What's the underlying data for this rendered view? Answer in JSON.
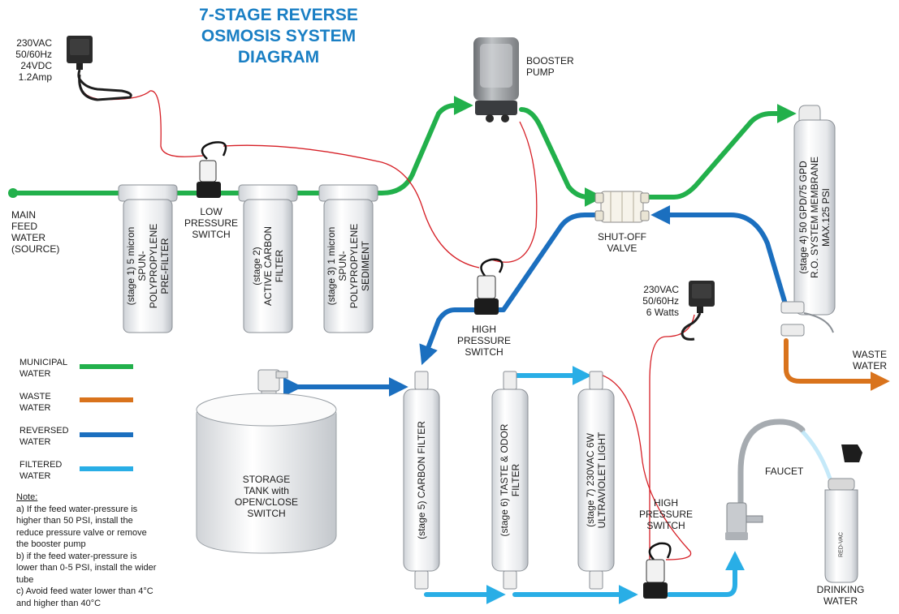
{
  "title_lines": [
    "7-STAGE REVERSE",
    "OSMOSIS SYSTEM",
    "DIAGRAM"
  ],
  "power_supply_1": [
    "230VAC",
    "50/60Hz",
    "24VDC",
    "1.2Amp"
  ],
  "power_supply_2": [
    "230VAC",
    "50/60Hz",
    "6 Watts"
  ],
  "labels": {
    "main_feed": [
      "MAIN",
      "FEED",
      "WATER",
      "(SOURCE)"
    ],
    "low_pressure_switch": [
      "LOW",
      "PRESSURE",
      "SWITCH"
    ],
    "booster_pump": [
      "BOOSTER",
      "PUMP"
    ],
    "shut_off_valve": [
      "SHUT-OFF",
      "VALVE"
    ],
    "high_pressure_switch_1": [
      "HIGH",
      "PRESSURE",
      "SWITCH"
    ],
    "high_pressure_switch_2": [
      "HIGH",
      "PRESSURE",
      "SWITCH"
    ],
    "waste_water": [
      "WASTE",
      "WATER"
    ],
    "faucet": "FAUCET",
    "drinking_water": [
      "DRINKING",
      "WATER"
    ],
    "storage_tank": [
      "STORAGE",
      "TANK with",
      "OPEN/CLOSE",
      "SWITCH"
    ],
    "bottle_brand": "RED-VAC"
  },
  "filters": {
    "stage1": [
      "(stage 1) 5 micron",
      "SPUN-",
      "POLYPROPYLENE",
      "PRE-FILTER"
    ],
    "stage2": [
      "(stage 2)",
      "ACTIVE CARBON",
      "FILTER"
    ],
    "stage3": [
      "(stage 3) 1 micron",
      "SPUN-",
      "POLYPROPYLENE",
      "SEDIMENT"
    ],
    "stage4": [
      "(stage 4) 50 GPD/75 GPD",
      "R.O. SYSTEM MEMBRANE",
      "MAX.125 PSI"
    ],
    "stage5": [
      "(stage 5) CARBON FILTER"
    ],
    "stage6": [
      "(stage 6) TASTE & ODOR",
      "FILTER"
    ],
    "stage7": [
      "(stage 7) 230VAC 6W",
      "ULTRAVIOLET LIGHT"
    ]
  },
  "legend": [
    {
      "label": [
        "MUNICIPAL",
        "WATER"
      ],
      "color": "#22b04b"
    },
    {
      "label": [
        "WASTE",
        "WATER"
      ],
      "color": "#d9731c"
    },
    {
      "label": [
        "REVERSED",
        "WATER"
      ],
      "color": "#1b6fbf"
    },
    {
      "label": [
        "FILTERED",
        "WATER"
      ],
      "color": "#29aee6"
    }
  ],
  "note": {
    "heading": "Note:",
    "lines": [
      "a) If the feed water-pressure is",
      "higher than 50 PSI, install the",
      "reduce pressure valve or remove",
      "the booster pump",
      "b) if the feed water-pressure is",
      "lower than 0-5 PSI, install the wider",
      "tube",
      "c) Avoid feed water lower than 4°C",
      "and higher than 40°C"
    ]
  },
  "colors": {
    "municipal": "#22b04b",
    "waste": "#d9731c",
    "reversed": "#1b6fbf",
    "filtered": "#29aee6",
    "wire": "#d61f26",
    "title": "#1a7fc4"
  }
}
